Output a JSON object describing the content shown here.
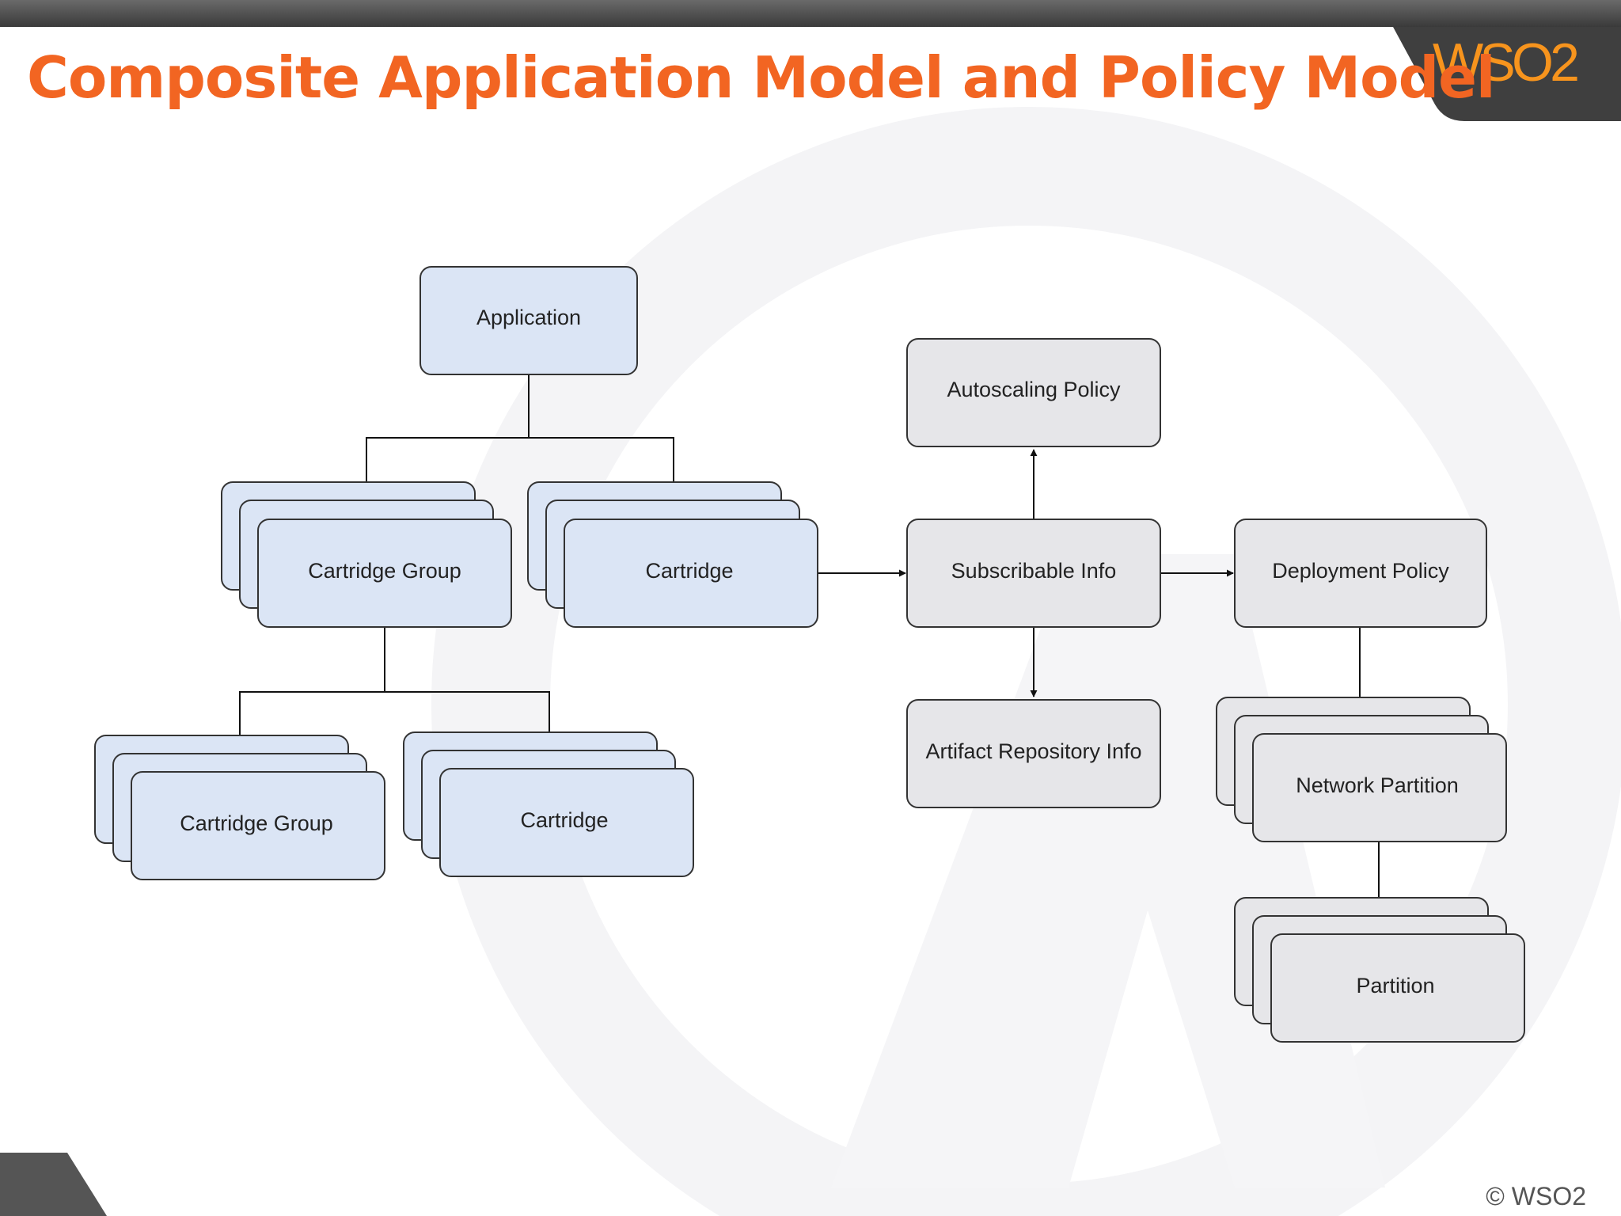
{
  "slide": {
    "title": "Composite Application Model and Policy Model",
    "logo_text": "WSO2",
    "copyright": "© WSO2"
  },
  "diagram": {
    "nodes": {
      "application": "Application",
      "cartridge_group_top": "Cartridge Group",
      "cartridge_top": "Cartridge",
      "cartridge_group_bottom": "Cartridge Group",
      "cartridge_bottom": "Cartridge",
      "autoscaling_policy": "Autoscaling Policy",
      "subscribable_info": "Subscribable Info",
      "artifact_repository_info": "Artifact Repository Info",
      "deployment_policy": "Deployment Policy",
      "network_partition": "Network Partition",
      "partition": "Partition"
    }
  },
  "colors": {
    "title": "#f26522",
    "application_model_fill": "#dbe5f5",
    "policy_model_fill": "#e6e6e9",
    "box_stroke": "#333333"
  }
}
